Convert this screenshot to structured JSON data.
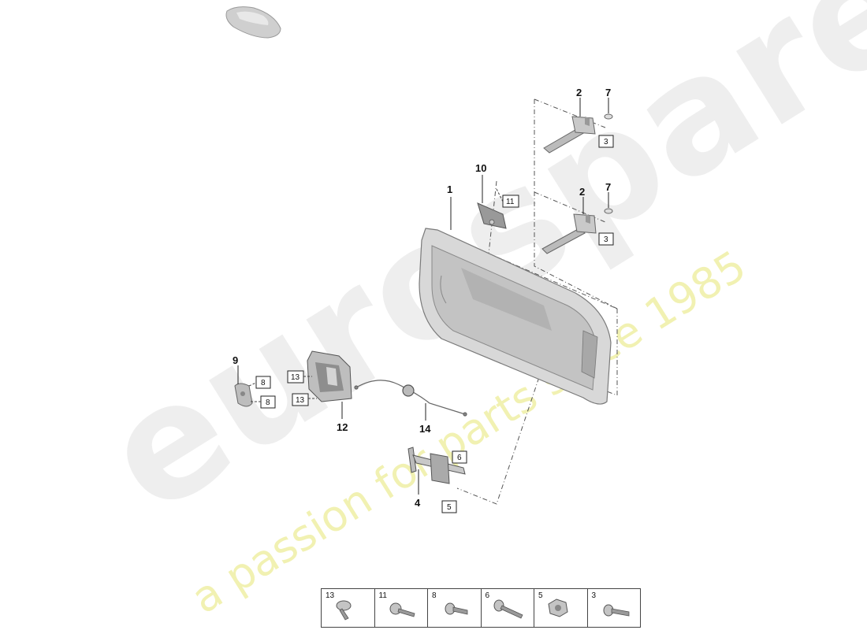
{
  "watermark": {
    "logo_text": "eurospares",
    "tagline": "a passion for parts since 1985"
  },
  "callouts": [
    "1",
    "2",
    "2",
    "4",
    "7",
    "7",
    "9",
    "10",
    "12",
    "14"
  ],
  "boxed_refs": [
    "3",
    "3",
    "11",
    "8",
    "8",
    "13",
    "13",
    "6",
    "5"
  ],
  "legend": [
    {
      "number": "13",
      "icon": "screw-13-icon"
    },
    {
      "number": "11",
      "icon": "screw-11-icon"
    },
    {
      "number": "8",
      "icon": "screw-8-icon"
    },
    {
      "number": "6",
      "icon": "screw-6-icon"
    },
    {
      "number": "5",
      "icon": "nut-5-icon"
    },
    {
      "number": "3",
      "icon": "bolt-3-icon"
    }
  ]
}
